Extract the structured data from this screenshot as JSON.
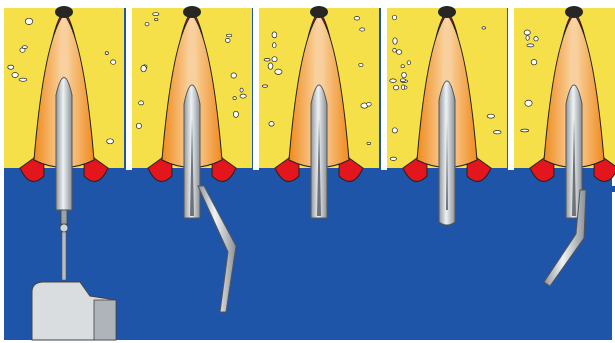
{
  "illustration": {
    "panel_count": 5,
    "colors": {
      "background_blue": "#1f55a8",
      "bone_yellow": "#f6e04a",
      "gingiva_red": "#e3161d",
      "gingiva_orange": "#f07a14",
      "root_orange": "#f5a73a",
      "root_core": "#f8cfa0",
      "post_silver": "#b8bec4",
      "post_highlight": "#eef2f4",
      "apex_dark": "#262626",
      "outline": "#222222"
    },
    "stages": [
      {
        "instrument": "drill-with-handpiece"
      },
      {
        "instrument": "split-post"
      },
      {
        "instrument": "split-post"
      },
      {
        "instrument": "closed-post"
      },
      {
        "instrument": "split-post"
      }
    ]
  }
}
